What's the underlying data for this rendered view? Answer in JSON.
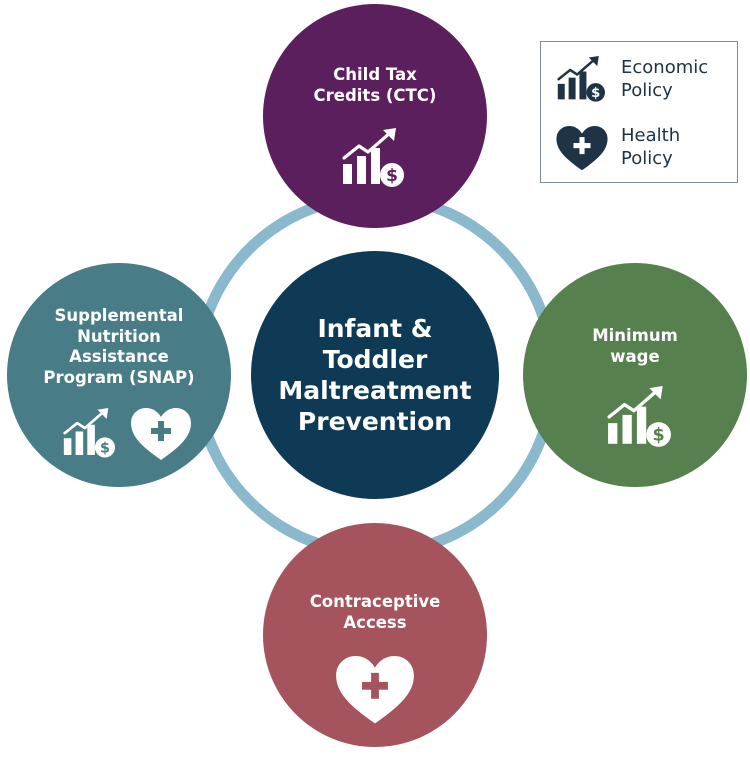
{
  "center": {
    "lines": [
      "Infant &",
      "Toddler",
      "Maltreatment",
      "Prevention"
    ],
    "color": "#0e3a55"
  },
  "ring": {
    "color": "#8ab8cd"
  },
  "nodes": {
    "ctc": {
      "lines": [
        "Child Tax",
        "Credits (CTC)"
      ],
      "color": "#5c1f5d",
      "icons": [
        "economic-policy-icon"
      ]
    },
    "snap": {
      "lines": [
        "Supplemental",
        "Nutrition",
        "Assistance",
        "Program (SNAP)"
      ],
      "color": "#487c86",
      "icons": [
        "economic-policy-icon",
        "health-policy-icon"
      ]
    },
    "minimum_wage": {
      "lines": [
        "Minimum",
        "wage"
      ],
      "color": "#56804d",
      "icons": [
        "economic-policy-icon"
      ]
    },
    "contraceptive": {
      "lines": [
        "Contraceptive",
        "Access"
      ],
      "color": "#a5535c",
      "icons": [
        "health-policy-icon"
      ]
    }
  },
  "legend": {
    "economic": {
      "lines": [
        "Economic",
        "Policy"
      ],
      "icon": "economic-policy-icon"
    },
    "health": {
      "lines": [
        "Health",
        "Policy"
      ],
      "icon": "health-policy-icon"
    },
    "icon_color": "#1e3346"
  }
}
